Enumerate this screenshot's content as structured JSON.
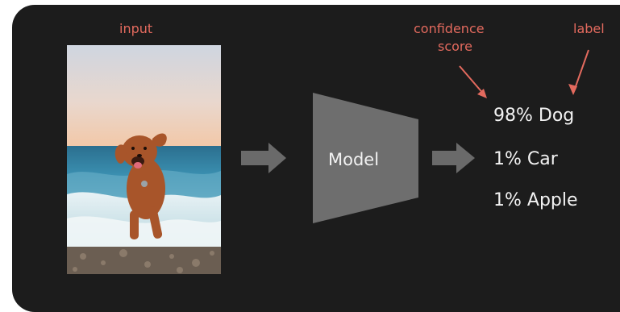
{
  "diagram": {
    "annotations": {
      "input": "input",
      "confidence_score_line1": "confidence",
      "confidence_score_line2": "score",
      "label": "label"
    },
    "model_label": "Model",
    "predictions": [
      {
        "score": "98%",
        "label": "Dog"
      },
      {
        "score": "1%",
        "label": "Car"
      },
      {
        "score": "1%",
        "label": "Apple"
      }
    ],
    "colors": {
      "background": "#1c1c1c",
      "annotation": "#e36a5e",
      "model_shape": "#6e6e6e",
      "arrow": "#6a6a6a",
      "text": "#f2f2f2"
    }
  }
}
